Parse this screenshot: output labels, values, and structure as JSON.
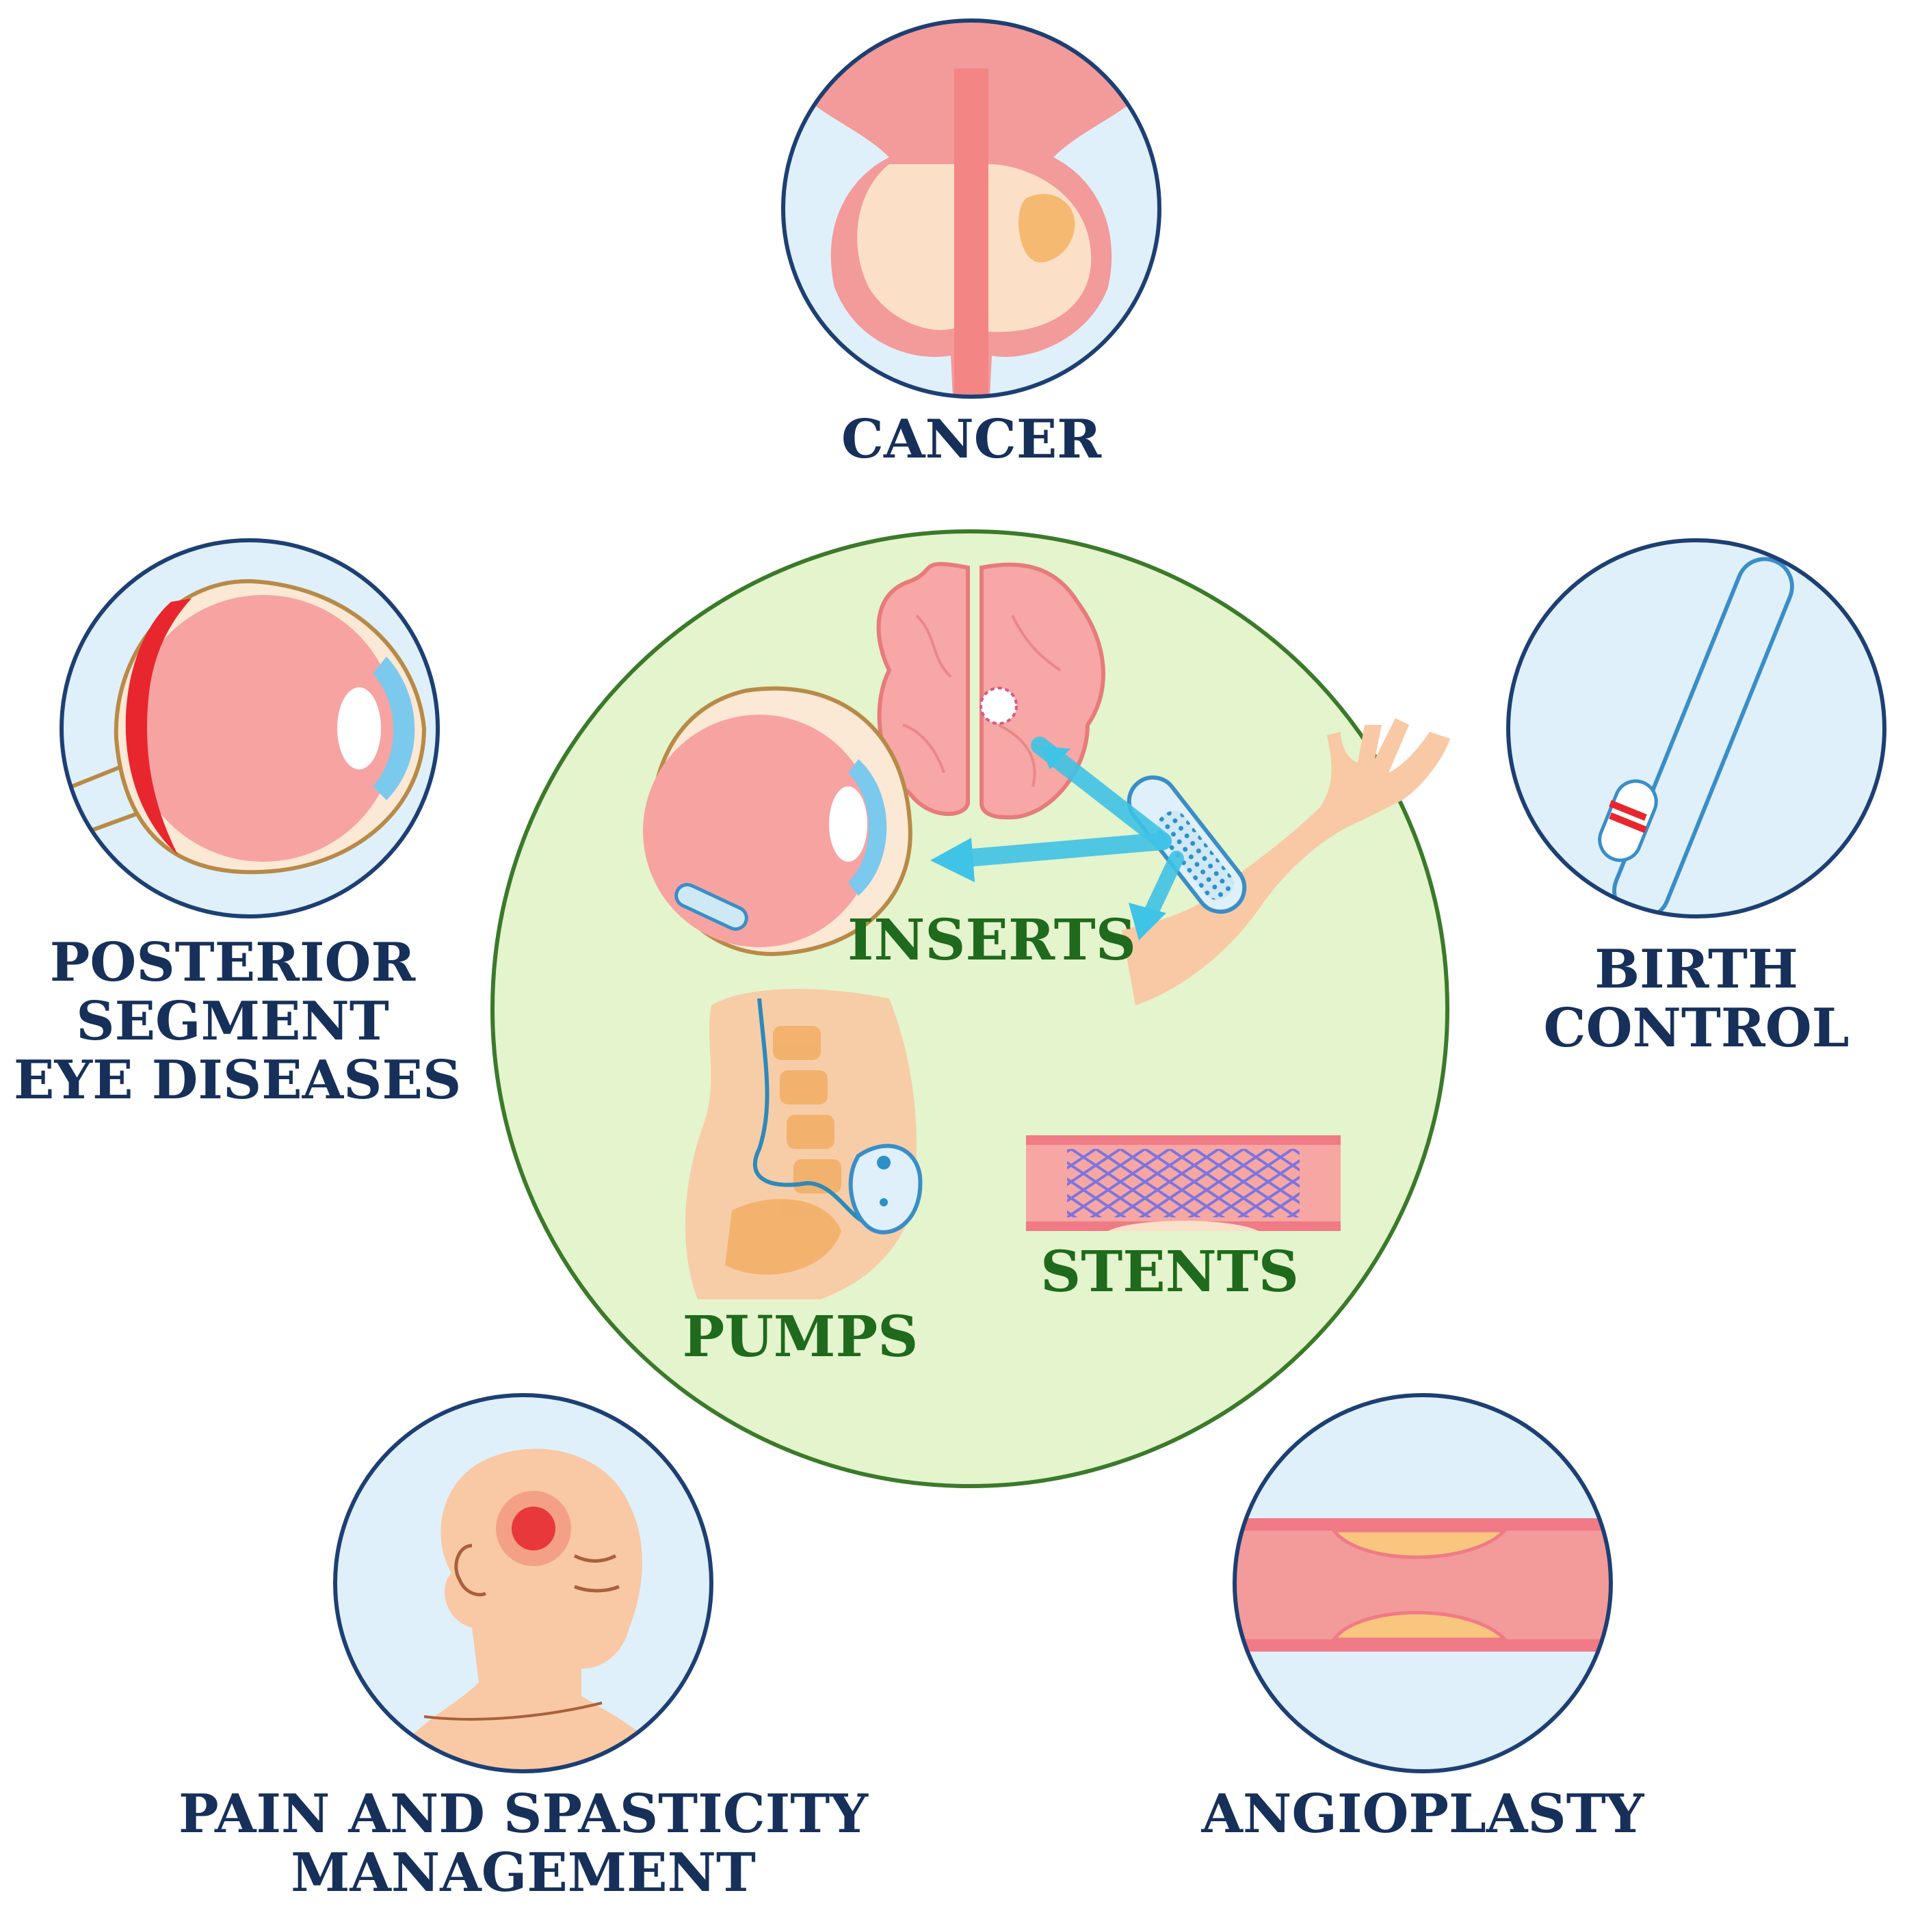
{
  "colors": {
    "label_navy": "#16305a",
    "label_green": "#1f6a1c",
    "ring_navy": "#1d3f73",
    "center_fill": "#e4f4cd",
    "center_ring": "#3b7a2a",
    "bubble_fill": "#dff0fa",
    "tissue_pink": "#f39a9a",
    "skin": "#f8c9a4",
    "arrow_cyan": "#3fc3e6"
  },
  "outer": {
    "cancer": {
      "label": "CANCER",
      "icon": "prostate-tumor-icon"
    },
    "eye": {
      "lines": [
        "POSTERIOR",
        "SEGMENT",
        "EYE DISEASES"
      ],
      "icon": "eye-cross-section-icon"
    },
    "birth": {
      "lines": [
        "BIRTH",
        "CONTROL"
      ],
      "icon": "contraceptive-implant-icon"
    },
    "pain": {
      "lines": [
        "PAIN AND SPASTICITY",
        "MANAGEMENT"
      ],
      "icon": "headache-head-icon"
    },
    "angio": {
      "label": "ANGIOPLASTY",
      "icon": "narrowed-artery-icon"
    }
  },
  "center": {
    "inserts": "INSERTS",
    "pumps": "PUMPS",
    "stents": "STENTS"
  }
}
